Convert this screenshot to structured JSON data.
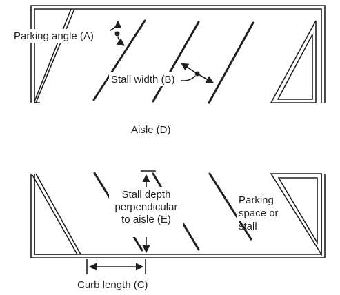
{
  "labels": {
    "parking_angle": "Parking angle (A)",
    "stall_width": "Stall width (B)",
    "curb_length": "Curb length (C)",
    "aisle": "Aisle (D)",
    "stall_depth_line1": "Stall depth",
    "stall_depth_line2": "perpendicular",
    "stall_depth_line3": "to aisle (E)",
    "parking_space_line1": "Parking",
    "parking_space_line2": "space or",
    "parking_space_line3": "stall"
  },
  "colors": {
    "ink": "#231f20",
    "background": "#ffffff"
  }
}
